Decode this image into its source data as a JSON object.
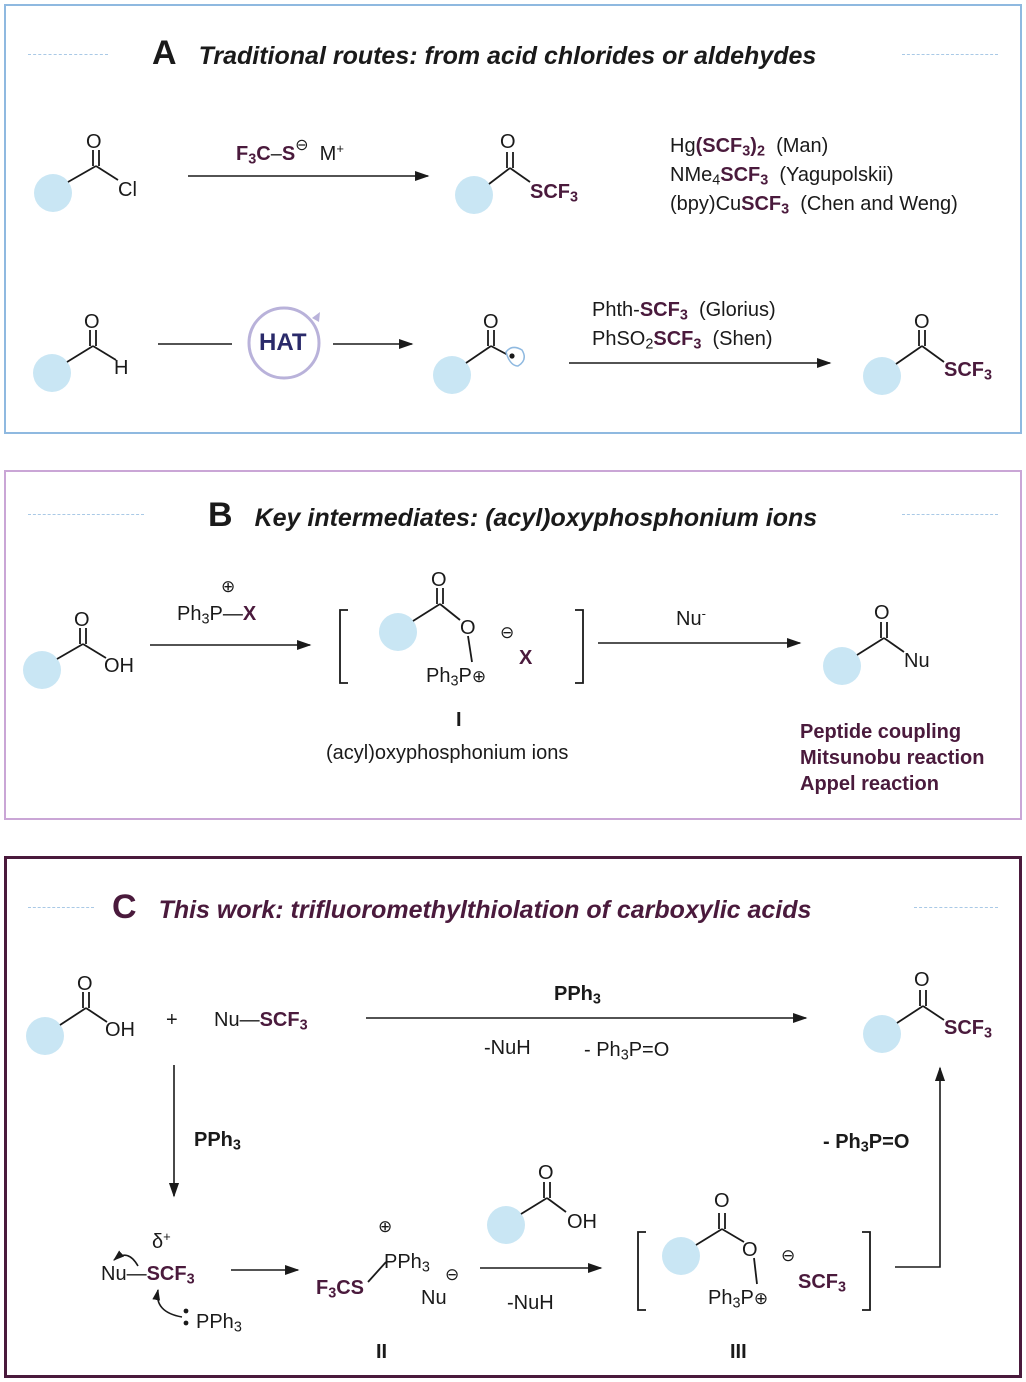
{
  "panel_a": {
    "letter": "A",
    "title": "Traditional routes: from acid chlorides or aldehydes",
    "reagent_1": "F3C–S⊖ M+",
    "reagents_list": [
      "Hg(SCF3)2 (Man)",
      "NMe4SCF3 (Yagupolskii)",
      "(bpy)CuSCF3 (Chen and Weng)"
    ],
    "hat_label": "HAT",
    "reagents_list_2": [
      "Phth-SCF3 (Glorius)",
      "PhSO2SCF3 (Shen)"
    ],
    "atoms": {
      "o": "O",
      "cl": "Cl",
      "h": "H",
      "scf3": "SCF3"
    }
  },
  "panel_b": {
    "letter": "B",
    "title": "Key intermediates: (acyl)oxyphosphonium ions",
    "reagent": "Ph3P⊕–X",
    "nucleophile": "Nu-",
    "intermediate_label": "I",
    "intermediate_name": "(acyl)oxyphosphonium ions",
    "applications": [
      "Peptide coupling",
      "Mitsunobu reaction",
      "Appel reaction"
    ],
    "atoms": {
      "o": "O",
      "oh": "OH",
      "x": "X",
      "ph3p": "Ph3P⊕",
      "nu": "Nu"
    }
  },
  "panel_c": {
    "letter": "C",
    "title": "This work: trifluoromethylthiolation of carboxylic acids",
    "reagent_top": "PPh3",
    "byproducts_top": [
      "-NuH",
      "- Ph3P=O"
    ],
    "reagent_left": "PPh3",
    "byproduct_right": "- Ph3P=O",
    "byproduct_bottom": "-NuH",
    "intermediate_2": "II",
    "intermediate_3": "III",
    "atoms": {
      "o": "O",
      "oh": "OH",
      "plus": "+",
      "nu_scf3": "Nu–SCF3",
      "delta": "δ+",
      "pph3": "PPh3",
      "f3cs": "F3CS",
      "nu": "Nu",
      "scf3": "SCF3",
      "ph3p": "Ph3P⊕"
    }
  },
  "colors": {
    "blue_frame": "#8fb9e0",
    "pink_frame": "#caa6d6",
    "dark_frame": "#4a1a3c",
    "sphere": "#c9e6f4",
    "emphasis": "#4a1a3c"
  }
}
